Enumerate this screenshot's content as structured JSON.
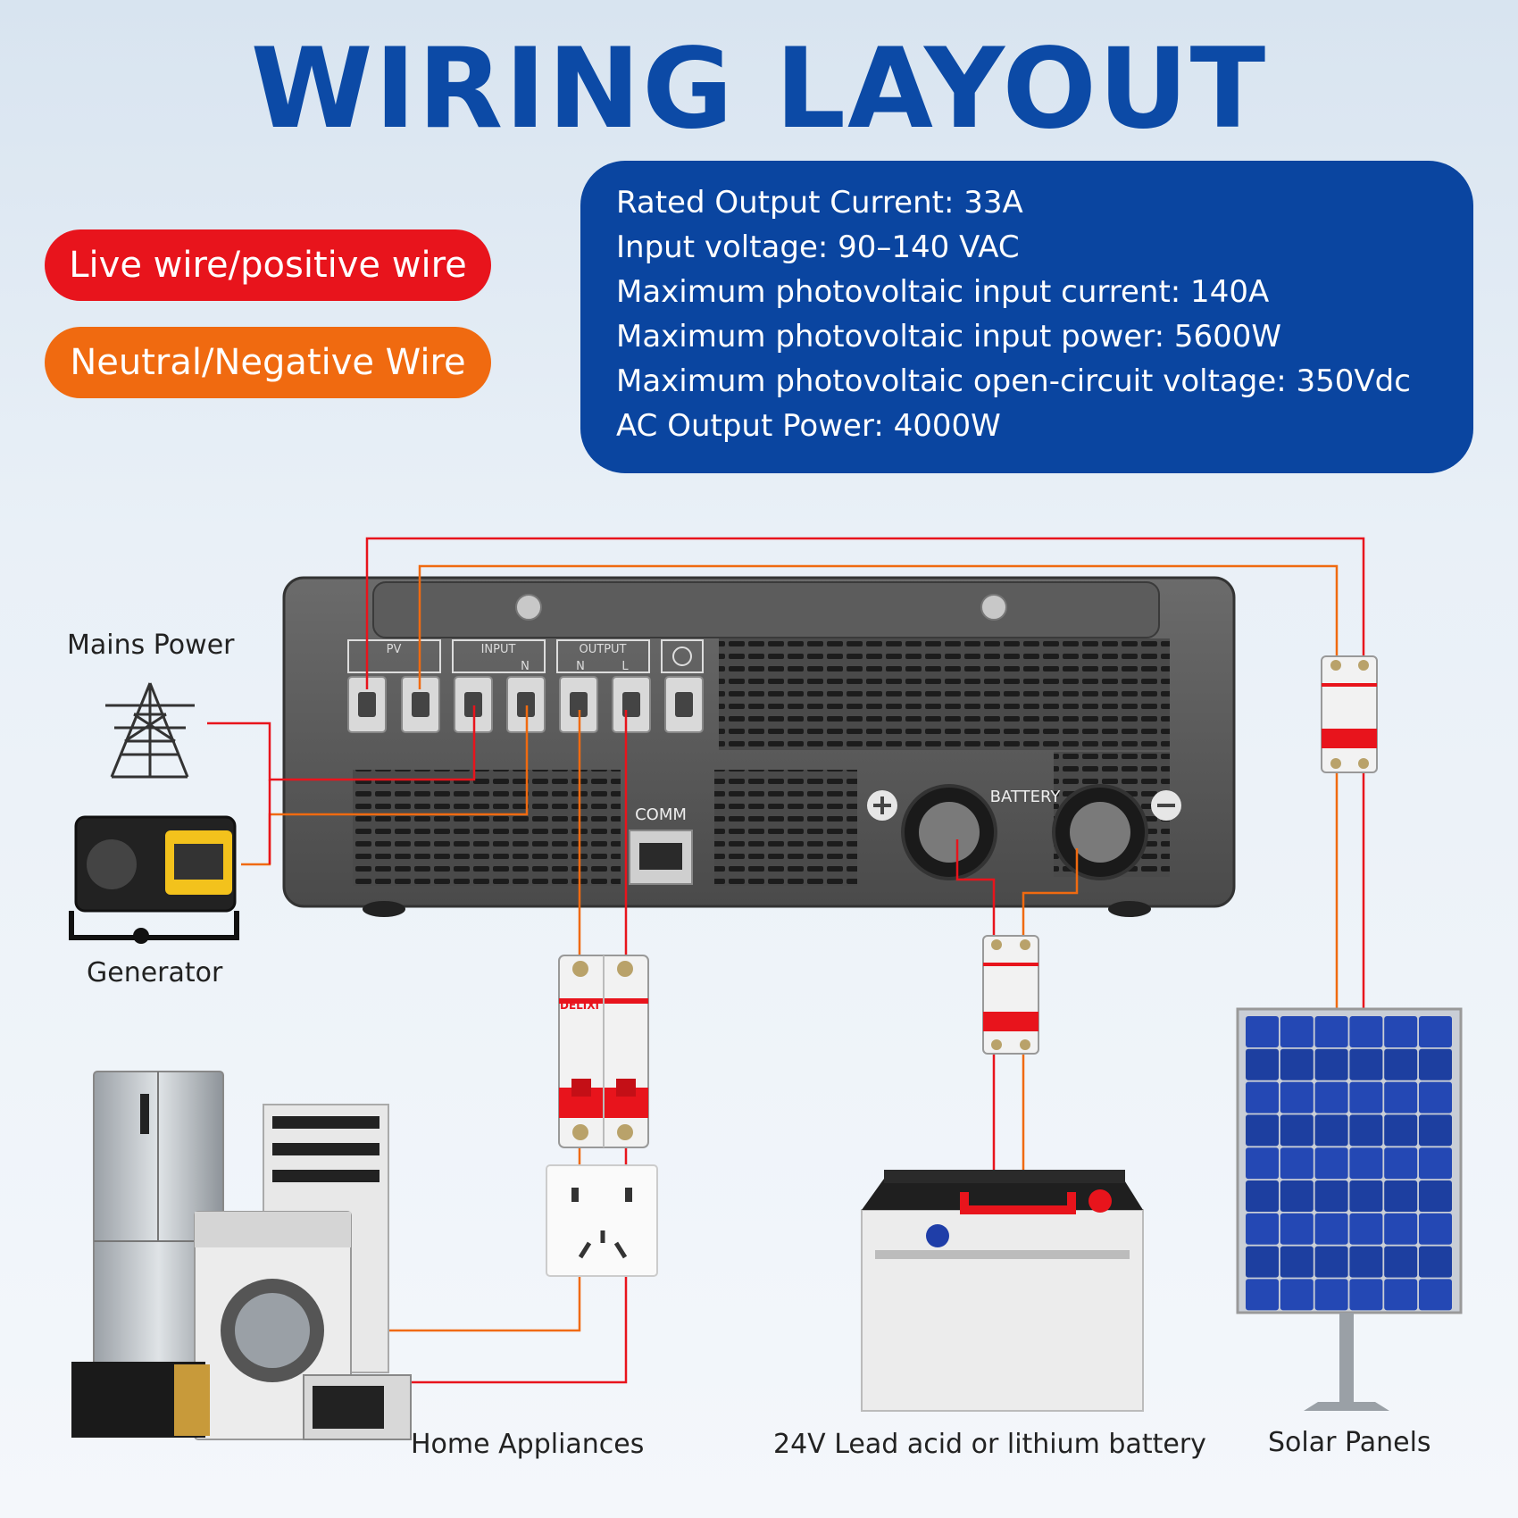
{
  "title": "WIRING LAYOUT",
  "legend": {
    "live": "Live wire/positive wire",
    "neutral": "Neutral/Negative Wire"
  },
  "specs": [
    "Rated Output Current: 33A",
    "Input voltage: 90–140 VAC",
    "Maximum photovoltaic input current: 140A",
    "Maximum photovoltaic input power: 5600W",
    "Maximum photovoltaic open-circuit voltage: 350Vdc",
    "AC Output Power: 4000W"
  ],
  "inverter": {
    "pv": "PV",
    "input": "INPUT",
    "output": "OUTPUT",
    "n": "N",
    "l": "L",
    "comm": "COMM",
    "battery": "BATTERY",
    "breaker_brand": "DELIXI"
  },
  "labels": {
    "mains": "Mains Power",
    "generator": "Generator",
    "appliances": "Home Appliances",
    "battery": "24V Lead acid or lithium battery",
    "solar": "Solar Panels"
  },
  "colors": {
    "live": "#e8141c",
    "neutral": "#f06a10",
    "spec_box": "#0a45a0",
    "title": "#0c4aa6"
  }
}
